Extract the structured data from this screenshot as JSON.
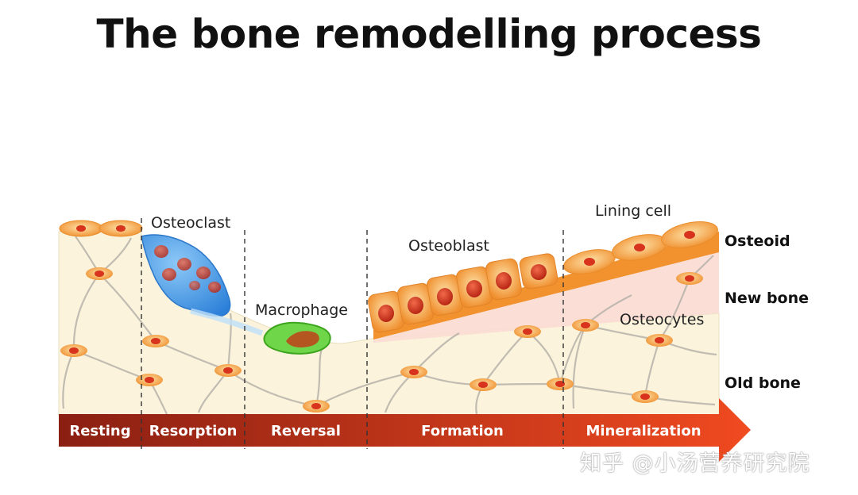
{
  "title": "The bone remodelling process",
  "cell_labels": {
    "osteoclast": "Osteoclast",
    "macrophage": "Macrophage",
    "osteoblast": "Osteoblast",
    "lining_cell": "Lining cell",
    "osteocytes": "Osteocytes"
  },
  "layer_labels": {
    "osteoid": "Osteoid",
    "new_bone": "New bone",
    "old_bone": "Old bone"
  },
  "phases": [
    "Resting",
    "Resorption",
    "Reversal",
    "Formation",
    "Mineralization"
  ],
  "watermark": "知乎 @小汤营养研究院",
  "colors": {
    "old_bone": "#fbf3dc",
    "new_bone": "#fbdcd3",
    "osteoid": "#f2922e",
    "osteoclast": "#3f96e6",
    "macrophage": "#6fd64a",
    "cell_body": "#f6a53c",
    "nucleus": "#d8331c",
    "arrow_start": "#8a1f12",
    "arrow_end": "#f04a20"
  }
}
